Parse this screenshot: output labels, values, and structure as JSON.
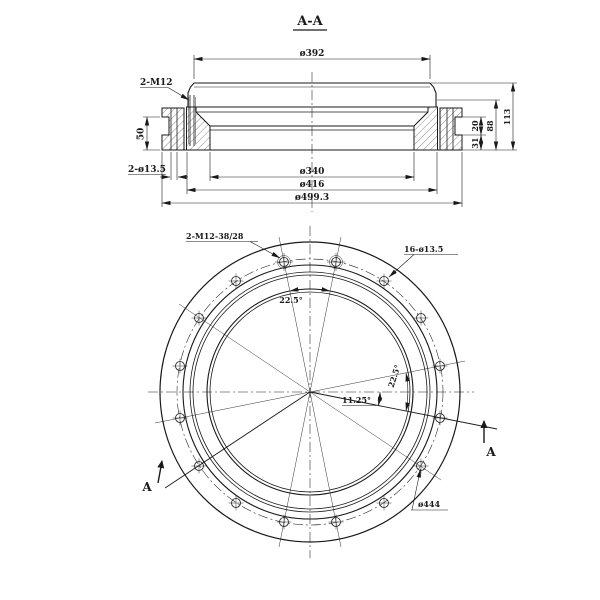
{
  "section_view": {
    "title": "A-A",
    "dim_top_diameter": "ø392",
    "label_tapped": "2-M12",
    "dim_left_height": "50",
    "label_holes": "2-ø13.5",
    "dim_bore": "ø340",
    "dim_inner": "ø416",
    "dim_outer": "ø499.3",
    "dim_notch": "20",
    "dim_step": "31",
    "dim_mid_height": "88",
    "dim_total_height": "113"
  },
  "plan_view": {
    "label_tapped_holes": "2-M12-38/28",
    "label_bolt_holes": "16-ø13.5",
    "angle_between_holes_top": "22.5°",
    "angle_between_holes_right": "22.5°",
    "angle_half_pitch": "11.25°",
    "dim_bolt_circle": "ø444",
    "section_marker": "A"
  },
  "colors": {
    "line": "#1a1a1a",
    "background": "#ffffff"
  }
}
